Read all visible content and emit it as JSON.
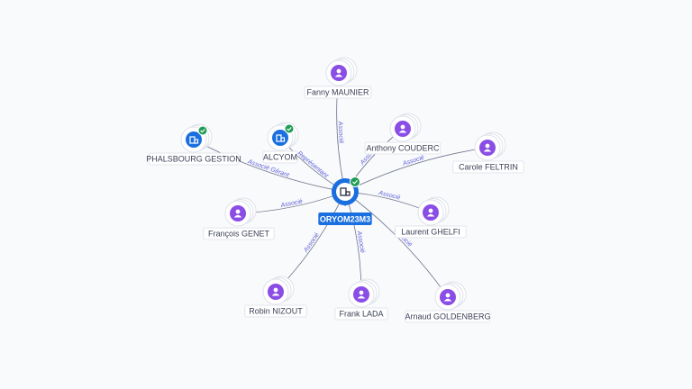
{
  "center": {
    "label": "ORYOM23M3",
    "verified": true,
    "icon": "building-icon",
    "color": "#1a6fe0"
  },
  "colors": {
    "person": "#8a4de6",
    "company": "#1a6fe0",
    "verified": "#1f9d55",
    "edge_label": "#5b5fd6"
  },
  "nodes": [
    {
      "id": "fanny",
      "type": "person",
      "label": "Fanny MAUNIER",
      "icon": "person-icon",
      "edge_label": "Associé"
    },
    {
      "id": "anthony",
      "type": "person",
      "label": "Anthony COUDERC",
      "icon": "person-icon",
      "edge_label": "Associé"
    },
    {
      "id": "carole",
      "type": "person",
      "label": "Carole FELTRIN",
      "icon": "person-icon",
      "edge_label": "Associé"
    },
    {
      "id": "laurent",
      "type": "person",
      "label": "Laurent GHELFI",
      "icon": "person-icon",
      "edge_label": "Associé"
    },
    {
      "id": "arnaud",
      "type": "person",
      "label": "Arnaud GOLDENBERG",
      "icon": "person-icon",
      "edge_label": "Associé"
    },
    {
      "id": "frank",
      "type": "person",
      "label": "Frank LADA",
      "icon": "person-icon",
      "edge_label": "Associé"
    },
    {
      "id": "robin",
      "type": "person",
      "label": "Robin NIZOUT",
      "icon": "person-icon",
      "edge_label": "Associé"
    },
    {
      "id": "francois",
      "type": "person",
      "label": "François GENET",
      "icon": "person-icon",
      "edge_label": "Associé"
    },
    {
      "id": "phalsbourg",
      "type": "company",
      "label": "PHALSBOURG GESTION",
      "icon": "building-icon",
      "verified": true,
      "edge_label": "Associé Gérant"
    },
    {
      "id": "alcyom",
      "type": "company",
      "label": "ALCYOM",
      "icon": "building-icon",
      "verified": true,
      "edge_label": "Représentant"
    }
  ]
}
